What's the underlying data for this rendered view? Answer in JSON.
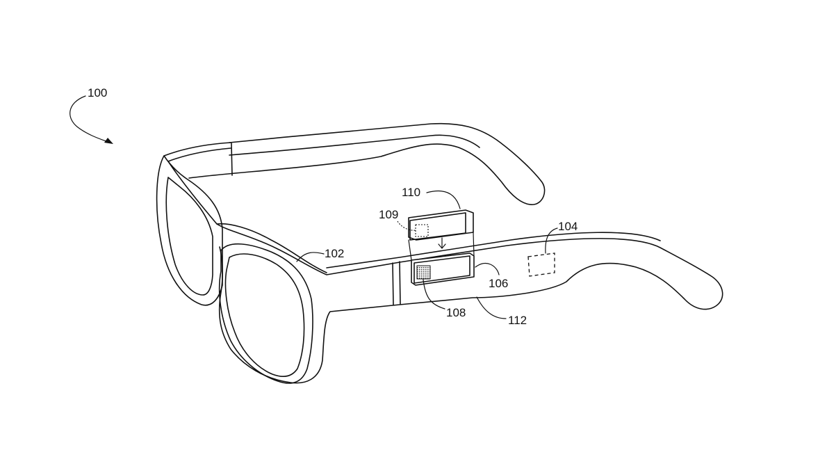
{
  "figure": {
    "labels": {
      "device": "100",
      "frame": "102",
      "component_104": "104",
      "component_106": "106",
      "component_108": "108",
      "component_109": "109",
      "module_110": "110",
      "temple_112": "112"
    }
  }
}
